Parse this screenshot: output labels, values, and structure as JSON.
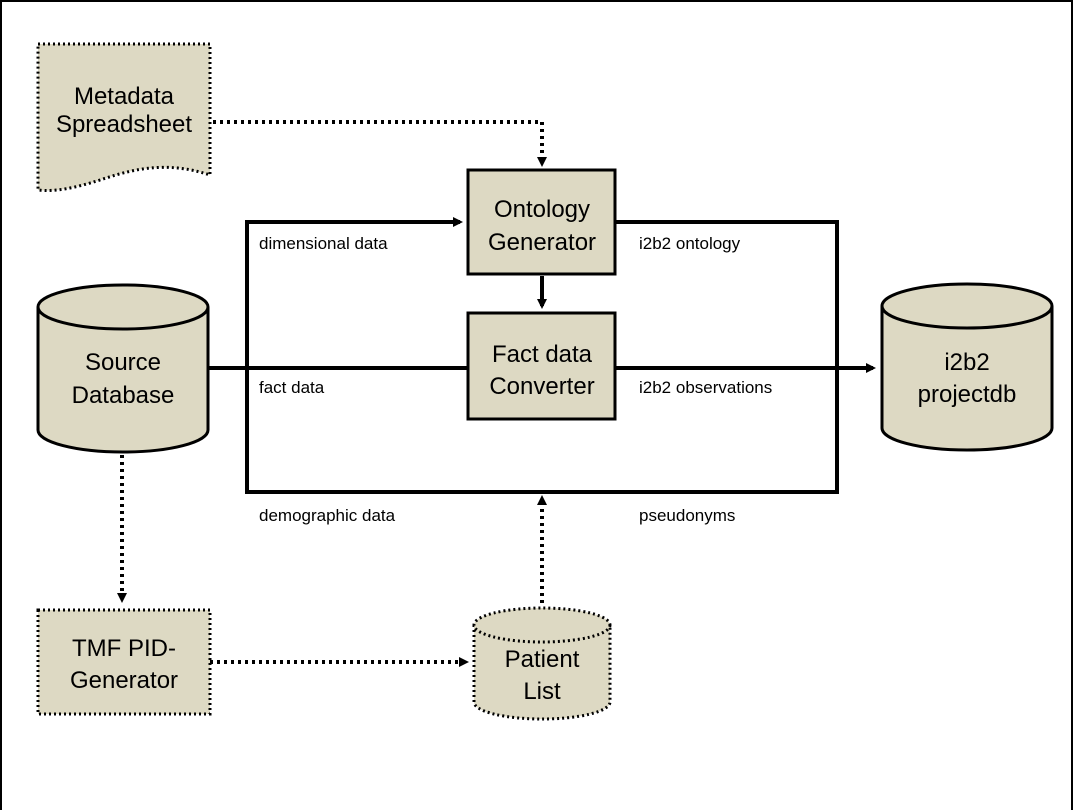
{
  "colors": {
    "node_fill": "#ddd9c3",
    "stroke": "#000000",
    "background": "#ffffff"
  },
  "nodes": {
    "metadata_spreadsheet": {
      "line1": "Metadata",
      "line2": "Spreadsheet"
    },
    "ontology_generator": {
      "line1": "Ontology",
      "line2": "Generator"
    },
    "fact_data_converter": {
      "line1": "Fact data",
      "line2": "Converter"
    },
    "source_database": {
      "line1": "Source",
      "line2": "Database"
    },
    "i2b2_projectdb": {
      "line1": "i2b2",
      "line2": "projectdb"
    },
    "tmf_pid_generator": {
      "line1": "TMF PID-",
      "line2": "Generator"
    },
    "patient_list": {
      "line1": "Patient",
      "line2": "List"
    }
  },
  "edges": {
    "dimensional_data": "dimensional data",
    "i2b2_ontology": "i2b2 ontology",
    "fact_data": "fact data",
    "i2b2_observations": "i2b2 observations",
    "demographic_data": "demographic data",
    "pseudonyms": "pseudonyms"
  }
}
